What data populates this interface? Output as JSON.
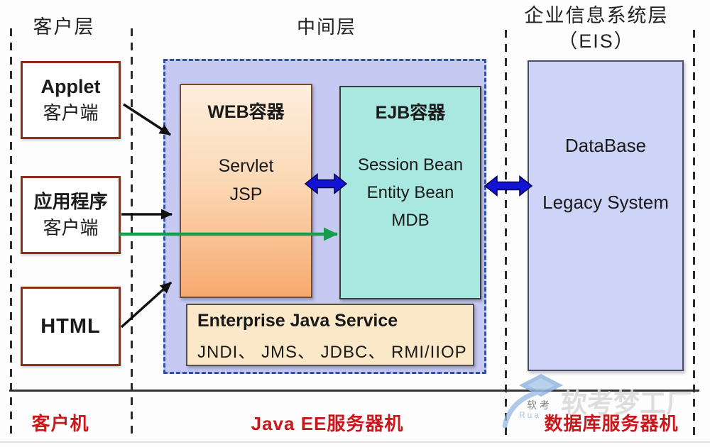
{
  "header": {
    "client_tier": "客户层",
    "middle_tier": "中间层",
    "eis_tier_line1": "企业信息系统层",
    "eis_tier_line2": "（EIS）"
  },
  "client_boxes": [
    {
      "line1": "Applet",
      "line2": "客户端"
    },
    {
      "line1": "应用程序",
      "line2": "客户端"
    },
    {
      "line1": "HTML"
    }
  ],
  "middle": {
    "web": {
      "title": "WEB容器",
      "items": [
        "Servlet",
        "JSP"
      ]
    },
    "ejb": {
      "title": "EJB容器",
      "items": [
        "Session Bean",
        "Entity Bean",
        "MDB"
      ]
    },
    "ejs": {
      "title": "Enterprise Java Service",
      "services": "JNDI、 JMS、 JDBC、 RMI/IIOP"
    }
  },
  "eis": {
    "items": [
      "DataBase",
      "Legacy System"
    ]
  },
  "footer": {
    "client_machine": "客户机",
    "server_machine": "Java EE服务器机",
    "db_machine": "数据库服务器机"
  },
  "watermark": {
    "brand": "软考梦工厂",
    "small": "软考",
    "latin": "Rua"
  },
  "colors": {
    "middle_bg": "#c6caf2",
    "middle_border": "#3450a2",
    "web_top": "#fdeede",
    "web_bottom": "#f7a96e",
    "ejb_bg": "#a9e8e1",
    "ejs_bg": "#fbe8c8",
    "eis_bg": "#ced3f8",
    "client_border": "#8d2f16",
    "arrow_blue": "#1313d6",
    "arrow_green": "#169c4a",
    "label_red": "#c8181c"
  }
}
